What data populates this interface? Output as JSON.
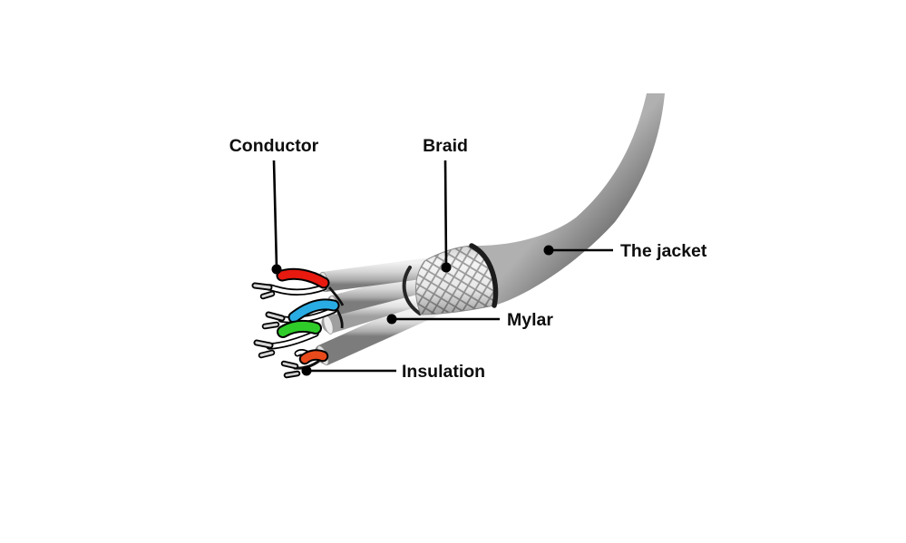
{
  "diagram": {
    "type": "labeled-illustration",
    "subject": "Cutaway of a shielded twisted-pair cable showing construction layers",
    "background": "#ffffff"
  },
  "labels": {
    "conductor": "Conductor",
    "braid": "Braid",
    "jacket": "The jacket",
    "mylar": "Mylar",
    "insulation": "Insulation"
  },
  "wires": [
    {
      "name": "red-pair",
      "color": "#e8190f"
    },
    {
      "name": "blue-pair",
      "color": "#29ace3"
    },
    {
      "name": "green-pair",
      "color": "#2fcb29"
    },
    {
      "name": "orange-pair",
      "color": "#e94a1b"
    }
  ],
  "palette": {
    "leader_line": "#000000",
    "label_text": "#0d0d0d",
    "jacket_light": "#b0b0b0",
    "jacket_mid": "#7d7d7d",
    "jacket_dark": "#383838",
    "sleeve_light": "#f1f1f1",
    "sleeve_dark": "#7c7c7c",
    "braid_mesh_line": "#9b9b9b"
  }
}
